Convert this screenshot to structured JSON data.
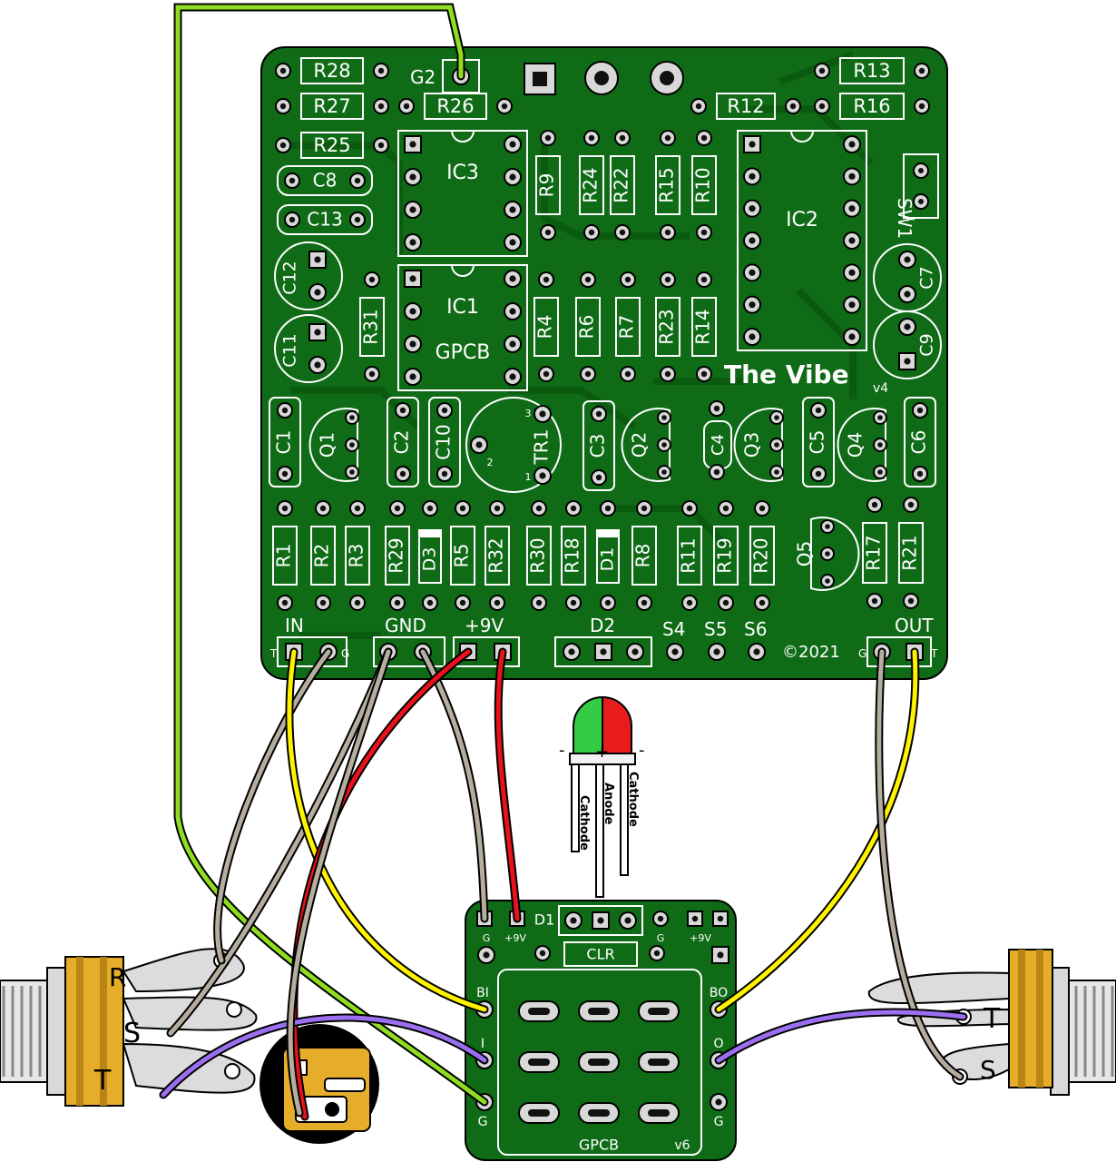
{
  "main_board": {
    "title": "The Vibe",
    "version": "v4",
    "copyright": "©2021",
    "brand": "GPCB",
    "labels": {
      "g2": "G2",
      "ic1": "IC1",
      "ic2": "IC2",
      "ic3": "IC3",
      "sw1": "SW1",
      "sw1_pin": "1",
      "tr1": "TR1",
      "tr1_pin1": "1",
      "tr1_pin2": "2",
      "tr1_pin3": "3",
      "in": "IN",
      "gnd": "GND",
      "vcc": "+9V",
      "d2": "D2",
      "s4": "S4",
      "s5": "S5",
      "s6": "S6",
      "out": "OUT",
      "t": "T",
      "g": "G"
    },
    "top_resistors": [
      "R28",
      "R27",
      "R25",
      "R26",
      "R12",
      "R13",
      "R16"
    ],
    "caps_left": [
      "C8",
      "C13"
    ],
    "electrolytics": [
      "C12",
      "C11",
      "C7",
      "C9"
    ],
    "vertical_resistors_row1": [
      "R9",
      "R24",
      "R22",
      "R15",
      "R10"
    ],
    "vertical_resistors_row2": [
      "R31",
      "R4",
      "R6",
      "R7",
      "R23",
      "R14"
    ],
    "middle_parts": [
      "C1",
      "Q1",
      "C2",
      "C10",
      "C3",
      "Q2",
      "C4",
      "Q3",
      "C5",
      "Q4",
      "C6"
    ],
    "bottom_parts": [
      "R1",
      "R2",
      "R3",
      "R29",
      "D3",
      "R5",
      "R32",
      "R30",
      "R18",
      "D1",
      "R8",
      "R11",
      "R19",
      "R20",
      "Q5",
      "R17",
      "R21"
    ]
  },
  "led": {
    "pins": [
      "Cathode",
      "Anode",
      "Cathode"
    ],
    "colors": {
      "left": "#33cc44",
      "right": "#e81c1c"
    },
    "signs": {
      "minus": "-",
      "plus": "+"
    }
  },
  "footswitch_board": {
    "brand": "GPCB",
    "version": "v6",
    "labels": {
      "d1": "D1",
      "clr": "CLR",
      "g": "G",
      "vcc": "+9V",
      "bi": "BI",
      "i": "I",
      "bo": "BO",
      "o": "O"
    }
  },
  "jacks": {
    "input": {
      "r": "R",
      "s": "S",
      "t": "T"
    },
    "output": {
      "t": "T",
      "s": "S"
    }
  },
  "wire_colors": {
    "signal": "#fff200",
    "ground": "#b5ae9f",
    "power": "#e8121a",
    "g2": "#8fdc20",
    "bypass": "#9b6ff0"
  },
  "colors": {
    "pcb": "#0f6b16",
    "pcb_dark": "#0a5a10",
    "silkscreen": "#ffffff",
    "gold": "#e6ad2a"
  }
}
